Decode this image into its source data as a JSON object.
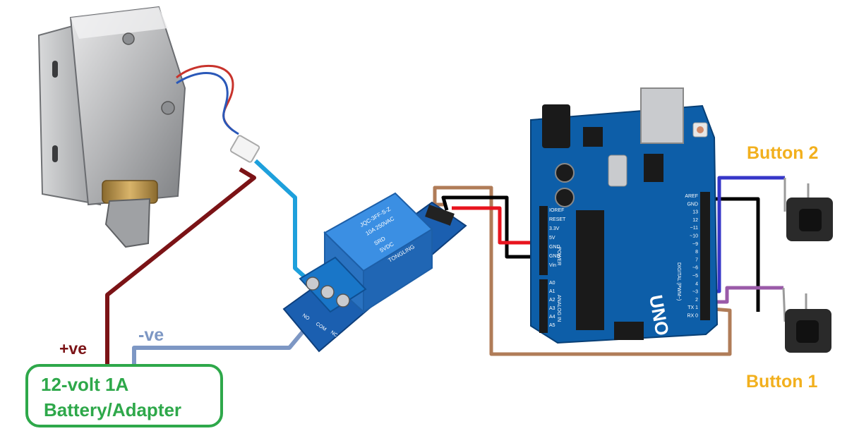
{
  "colors": {
    "wire_positive": "#7b1316",
    "wire_negative": "#7d97c4",
    "wire_lock": "#1ea0dc",
    "wire_brown": "#b07c58",
    "wire_red": "#e8141e",
    "wire_black": "#000000",
    "wire_button2": "#3636c8",
    "wire_button1": "#9a5aa8",
    "button_label": "#f2b01e",
    "psu_label": "#2ea84a",
    "psu_border": "#2ea84a",
    "arduino_board": "#0d5ea8",
    "relay_body": "#2f7fd4",
    "relay_board": "#1b5fb0",
    "terminal_block": "#1976c8"
  },
  "labels": {
    "button2": "Button 2",
    "button1": "Button 1",
    "positive": "+ve",
    "negative": "-ve"
  },
  "power_supply": {
    "line1": "12-volt 1A",
    "line2": "Battery/Adapter"
  },
  "relay": {
    "relay_text": [
      "JQC-3FF-S-Z",
      "10A 250VAC",
      "SRD",
      "5VDC",
      "TONGLING"
    ],
    "terminals": [
      "NO",
      "COM",
      "NC"
    ]
  },
  "arduino": {
    "logo": "UNO",
    "power_header": [
      "IOREF",
      "RESET",
      "3.3V",
      "5V",
      "GND",
      "GND",
      "Vin"
    ],
    "analog_header": [
      "A0",
      "A1",
      "A2",
      "A3",
      "A4",
      "A5"
    ],
    "digital_header": [
      "AREF",
      "GND",
      "13",
      "12",
      "~11",
      "~10",
      "~9",
      "8",
      "7",
      "~6",
      "~5",
      "4",
      "~3",
      "2",
      "TX 1",
      "RX 0"
    ],
    "side_labels": [
      "POWER",
      "ANALOG IN",
      "DIGITAL (PWM~)"
    ]
  }
}
